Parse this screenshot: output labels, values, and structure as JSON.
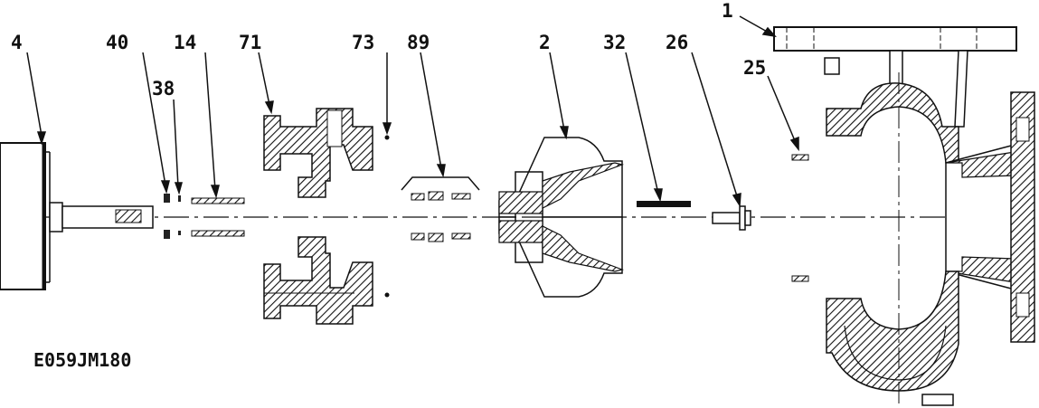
{
  "diagram": {
    "colors": {
      "ink": "#111111",
      "background": "#ffffff"
    },
    "drawing_code": "E059JM180",
    "callouts": [
      {
        "id": "part-4",
        "label": "4"
      },
      {
        "id": "part-40",
        "label": "40"
      },
      {
        "id": "part-38",
        "label": "38"
      },
      {
        "id": "part-14",
        "label": "14"
      },
      {
        "id": "part-71",
        "label": "71"
      },
      {
        "id": "part-73",
        "label": "73"
      },
      {
        "id": "part-89",
        "label": "89"
      },
      {
        "id": "part-2",
        "label": "2"
      },
      {
        "id": "part-32",
        "label": "32"
      },
      {
        "id": "part-26",
        "label": "26"
      },
      {
        "id": "part-25",
        "label": "25"
      },
      {
        "id": "part-1",
        "label": "1"
      }
    ]
  }
}
